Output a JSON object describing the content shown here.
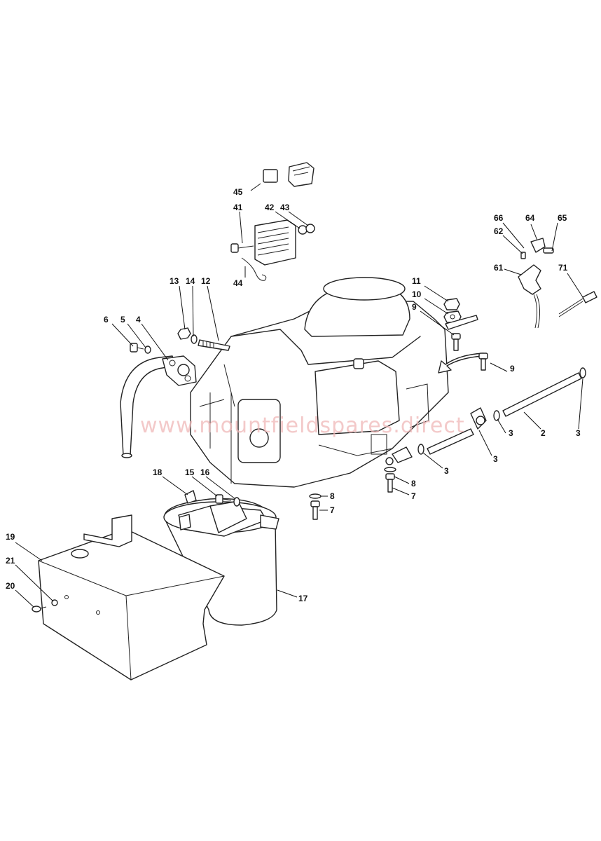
{
  "watermark": "www.mountfieldspares.direct",
  "labels": {
    "l45": "45",
    "l41": "41",
    "l42": "42",
    "l43": "43",
    "l44": "44",
    "l66": "66",
    "l64": "64",
    "l65": "65",
    "l62": "62",
    "l61": "61",
    "l71": "71",
    "l13": "13",
    "l14": "14",
    "l12": "12",
    "l11": "11",
    "l10": "10",
    "l9a": "9",
    "l9b": "9",
    "l6": "6",
    "l5": "5",
    "l4": "4",
    "l3a": "3",
    "l2": "2",
    "l3b": "3",
    "l3c": "3",
    "l3d": "3",
    "l8a": "8",
    "l7a": "7",
    "l8b": "8",
    "l7b": "7",
    "l18": "18",
    "l15": "15",
    "l16": "16",
    "l19": "19",
    "l21": "21",
    "l20": "20",
    "l17": "17"
  }
}
